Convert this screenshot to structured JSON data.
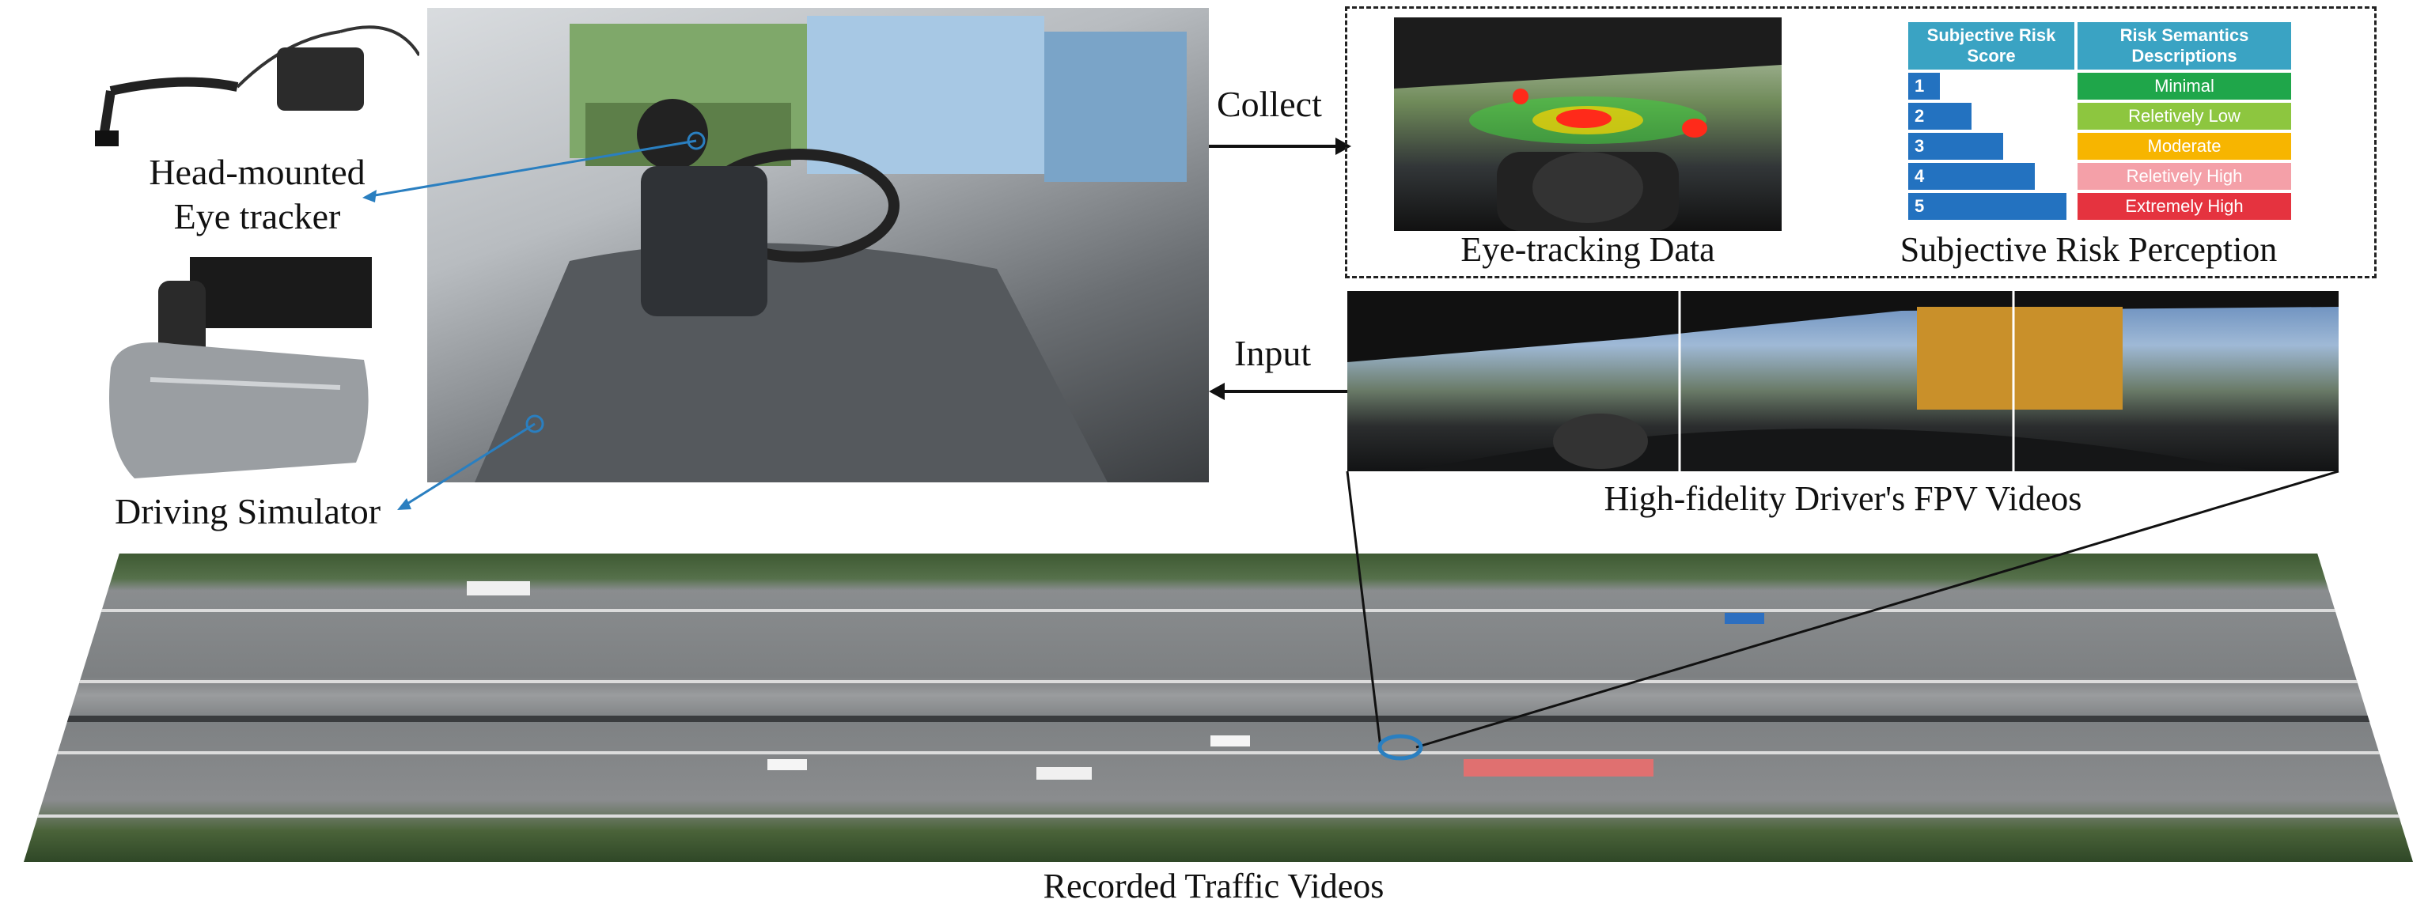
{
  "labels": {
    "eye_tracker": "Head-mounted\nEye tracker",
    "driving_simulator": "Driving Simulator",
    "collect": "Collect",
    "input": "Input",
    "eye_tracking_data": "Eye-tracking Data",
    "subjective_risk_perception": "Subjective Risk Perception",
    "fpv_videos": "High-fidelity Driver's FPV Videos",
    "traffic_videos": "Recorded Traffic Videos"
  },
  "risk_table": {
    "headers": [
      "Subjective Risk Score",
      "Risk Semantics Descriptions"
    ],
    "rows": [
      {
        "score": "1",
        "level": 1,
        "description": "Minimal",
        "color": "#1fa64a"
      },
      {
        "score": "2",
        "level": 2,
        "description": "Reletively Low",
        "color": "#8dc63f"
      },
      {
        "score": "3",
        "level": 3,
        "description": "Moderate",
        "color": "#f7b500"
      },
      {
        "score": "4",
        "level": 4,
        "description": "Reletively High",
        "color": "#f4a0a8"
      },
      {
        "score": "5",
        "level": 5,
        "description": "Extremely High",
        "color": "#e5333f"
      }
    ],
    "header_color": "#3aa3c3",
    "bar_color": "#2372c0"
  },
  "colors": {
    "pointer_line": "#2a7fc0",
    "heatmap_hot": "#ff2a1a",
    "heatmap_cool": "#3dd13d"
  }
}
